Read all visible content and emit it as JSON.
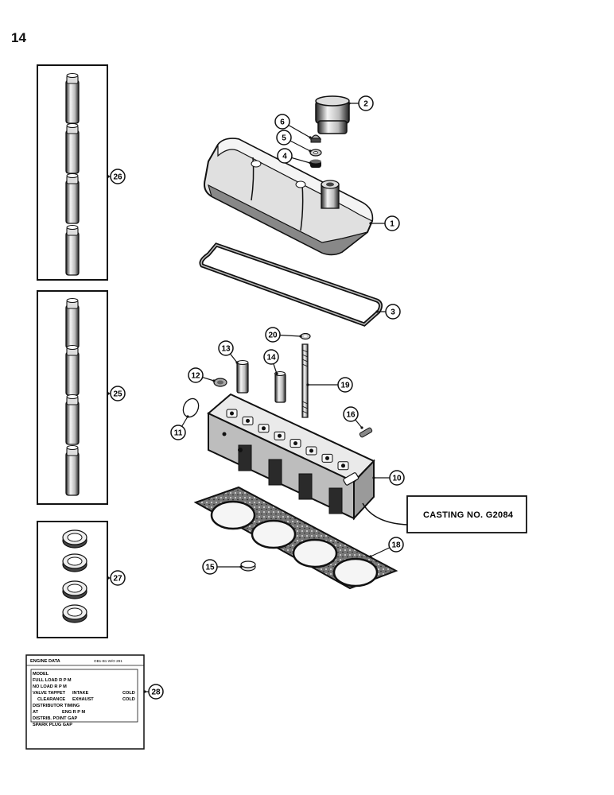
{
  "page": {
    "number": "14"
  },
  "callouts": [
    "1",
    "2",
    "3",
    "4",
    "5",
    "6",
    "10",
    "11",
    "12",
    "13",
    "14",
    "15",
    "16",
    "18",
    "19",
    "20",
    "25",
    "26",
    "27",
    "28"
  ],
  "casting_label": "CASTING NO. G2084",
  "engine_data_plate": {
    "title": "ENGINE DATA",
    "subtitle": "OB1-B1 W/O 291",
    "model": "MODEL",
    "full_load": "FULL LOAD R P M",
    "no_load": "NO LOAD R P M",
    "valve_tappet": "VALVE TAPPET",
    "intake": "INTAKE",
    "cold1": "COLD",
    "clearance": "CLEARANCE",
    "exhaust": "EXHAUST",
    "cold2": "COLD",
    "distributor_timing": "DISTRIBUTOR TIMING",
    "at": "AT",
    "eng_rpm": "ENG R P M",
    "point_gap": "DISTRIB. POINT GAP",
    "plug_gap": "SPARK PLUG GAP"
  },
  "colors": {
    "ink": "#111111",
    "paper": "#ffffff",
    "shade": "#555555"
  }
}
